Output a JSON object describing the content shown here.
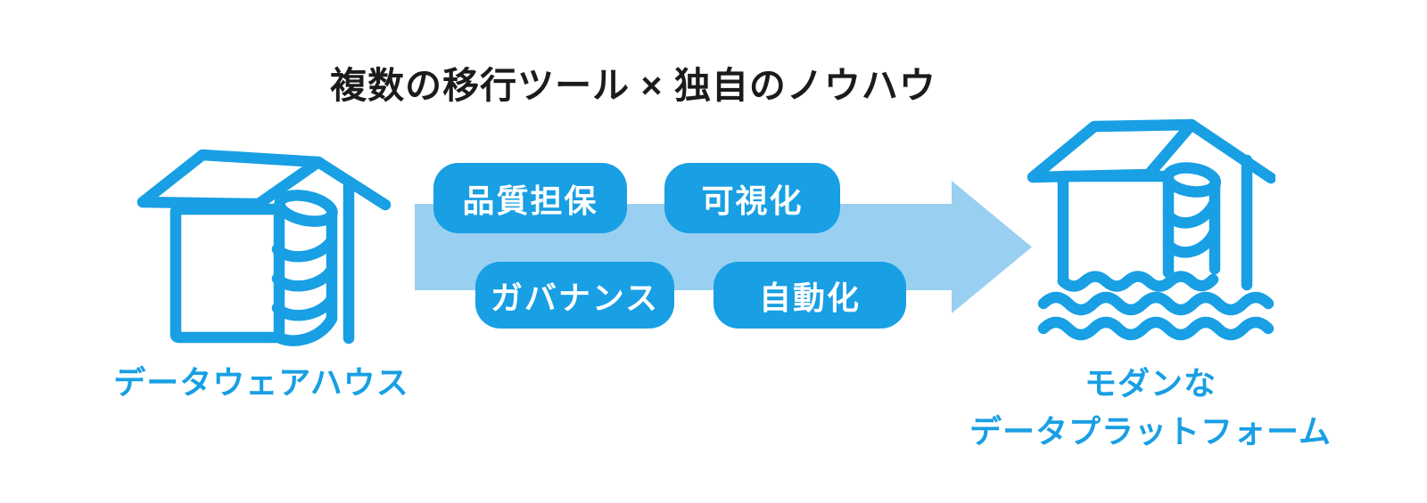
{
  "title": "複数の移行ツール × 独自のノウハウ",
  "left_node": {
    "label": "データウェアハウス",
    "icon": "warehouse-with-database"
  },
  "right_node": {
    "label_line1": "モダンな",
    "label_line2": "データプラットフォーム",
    "icon": "floating-warehouse-with-database-and-waves"
  },
  "flow": {
    "direction": "left-to-right",
    "badges": [
      {
        "label": "品質担保"
      },
      {
        "label": "可視化"
      },
      {
        "label": "ガバナンス"
      },
      {
        "label": "自動化"
      }
    ]
  },
  "colors": {
    "primary_blue": "#189FE4",
    "arrow_light_blue": "#99D0F2",
    "badge_text": "#FFFFFF",
    "title_text": "#1B1B1B",
    "background": "#FFFFFF"
  }
}
